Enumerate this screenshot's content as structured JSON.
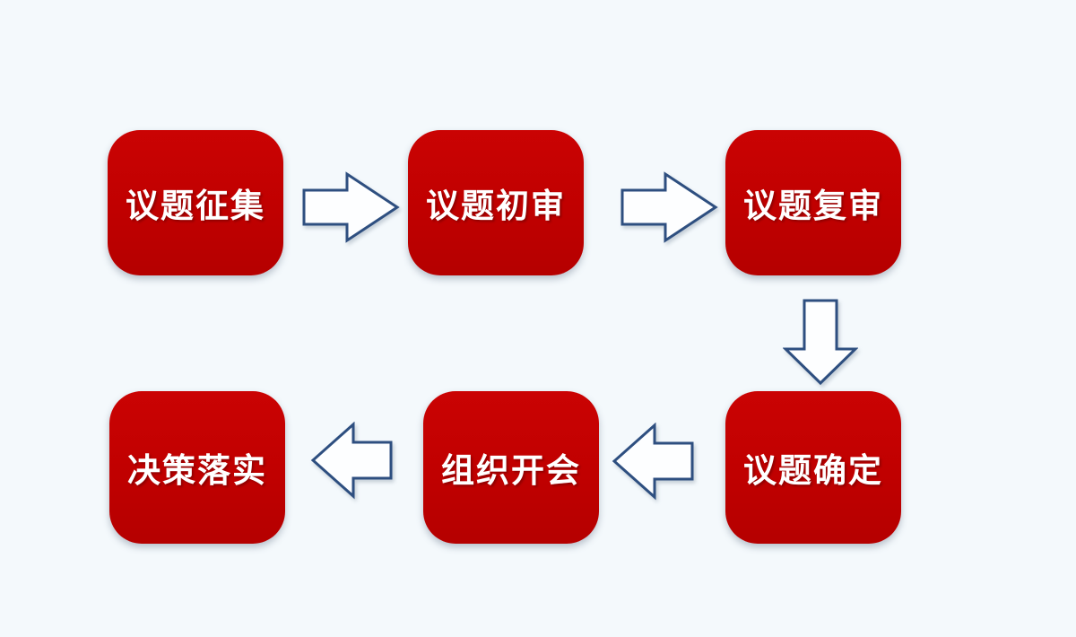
{
  "page": {
    "background_color": "#f4f9fc"
  },
  "flowchart": {
    "node_fill_color": "#c00000",
    "node_text_color": "#ffffff",
    "arrow_fill_color": "#ffffff",
    "arrow_outline_color": "#2e4f80",
    "nodes": [
      {
        "label": "议题征集"
      },
      {
        "label": "议题初审"
      },
      {
        "label": "议题复审"
      },
      {
        "label": "议题确定"
      },
      {
        "label": "组织开会"
      },
      {
        "label": "决策落实"
      }
    ],
    "connections": [
      {
        "from": "议题征集",
        "to": "议题初审",
        "direction": "right"
      },
      {
        "from": "议题初审",
        "to": "议题复审",
        "direction": "right"
      },
      {
        "from": "议题复审",
        "to": "议题确定",
        "direction": "down"
      },
      {
        "from": "议题确定",
        "to": "组织开会",
        "direction": "left"
      },
      {
        "from": "组织开会",
        "to": "决策落实",
        "direction": "left"
      }
    ]
  }
}
